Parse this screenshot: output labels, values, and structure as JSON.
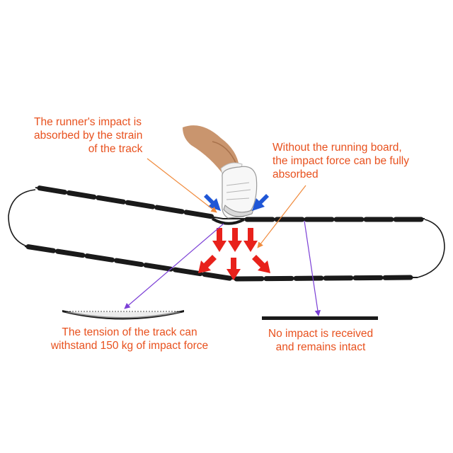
{
  "annotations": {
    "runner_impact": {
      "lines": [
        "The runner's impact is",
        "absorbed by the strain",
        "of the track"
      ]
    },
    "without_board": {
      "lines": [
        "Without the running board,",
        "the impact force can be fully",
        "absorbed"
      ]
    },
    "track_tension": {
      "lines": [
        "The tension of the track  can",
        "withstand 150 kg of impact force"
      ]
    },
    "no_impact": {
      "lines": [
        "No impact is received",
        "and remains intact"
      ]
    }
  },
  "colors": {
    "text": "#e8511e",
    "belt": "#1a1a1a",
    "impact_arrow": "#e8211b",
    "side_arrow": "#1f56d6",
    "pointer_orange": "#f08a3c",
    "pointer_purple": "#7b3fd6"
  },
  "icons": [
    "running-shoe-icon",
    "impact-arrow-icon",
    "side-arrow-icon"
  ]
}
